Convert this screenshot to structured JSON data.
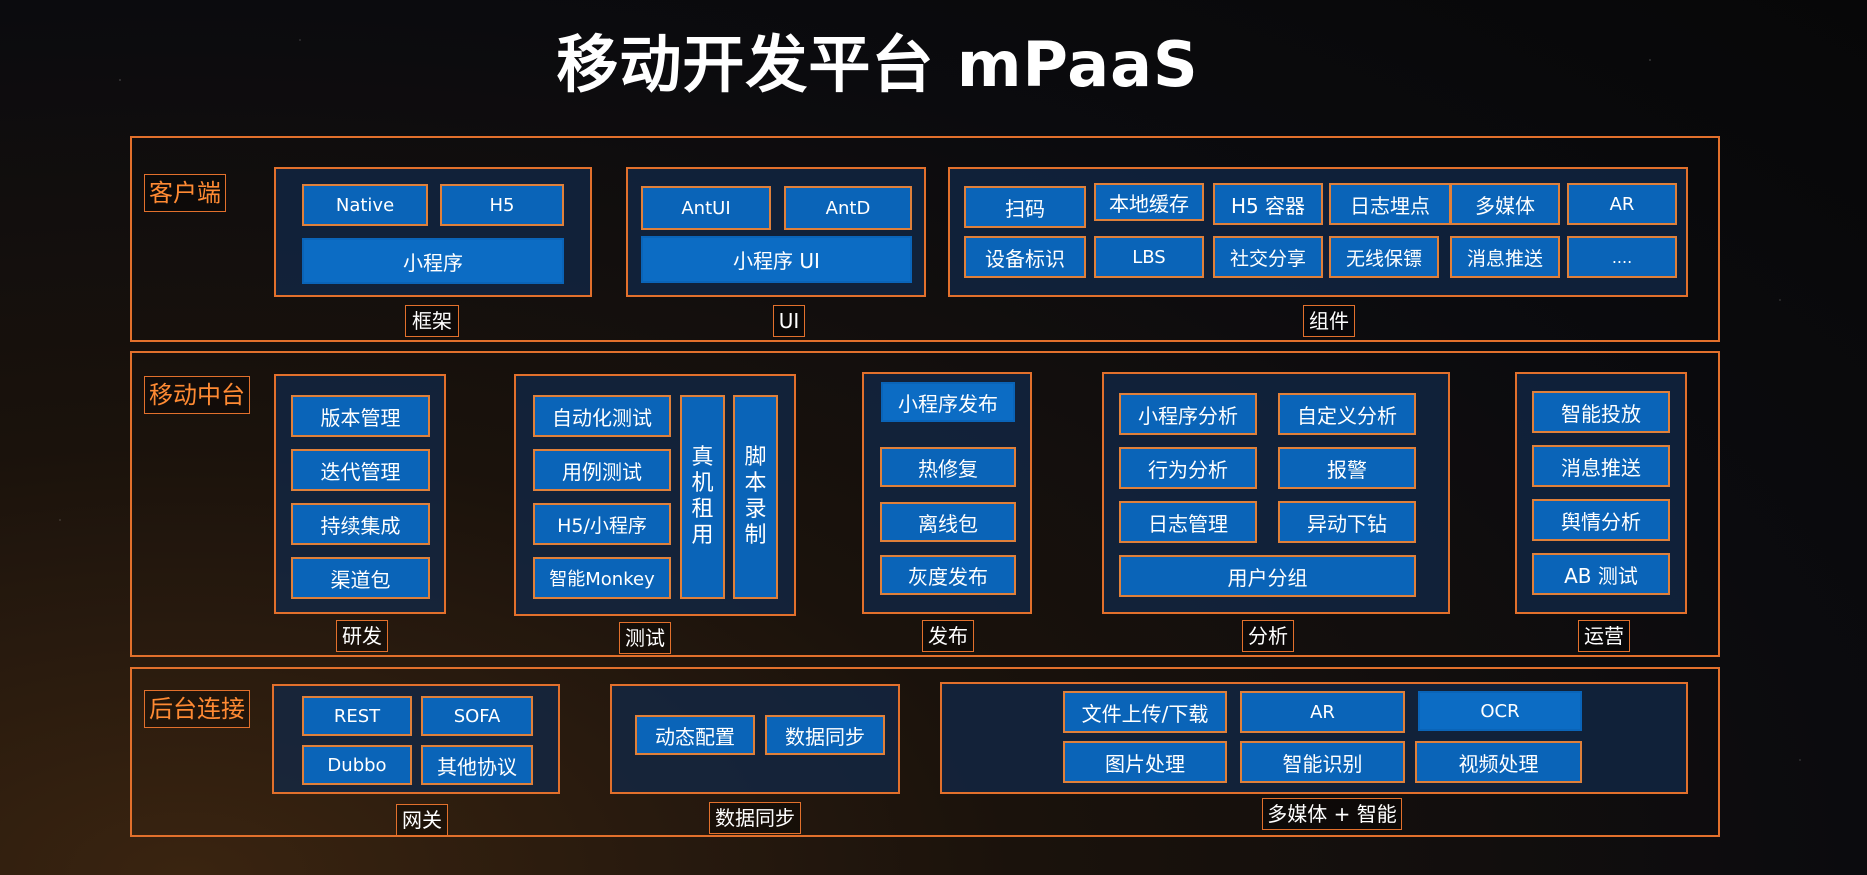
{
  "title": "移动开发平台 mPaaS",
  "client": {
    "section": "客户端",
    "framework": {
      "caption": "框架",
      "items": [
        "Native",
        "H5",
        "小程序"
      ]
    },
    "ui": {
      "caption": "UI",
      "items": [
        "AntUI",
        "AntD",
        "小程序 UI"
      ]
    },
    "components": {
      "caption": "组件",
      "items": [
        "扫码",
        "本地缓存",
        "H5 容器",
        "日志埋点",
        "多媒体",
        "AR",
        "设备标识",
        "LBS",
        "社交分享",
        "无线保镖",
        "消息推送",
        "...."
      ]
    }
  },
  "middle": {
    "section": "移动中台",
    "rd": {
      "caption": "研发",
      "items": [
        "版本管理",
        "迭代管理",
        "持续集成",
        "渠道包"
      ]
    },
    "test": {
      "caption": "测试",
      "items": [
        "自动化测试",
        "用例测试",
        "H5/小程序",
        "智能Monkey"
      ],
      "device_rent": [
        "真",
        "机",
        "租",
        "用"
      ],
      "script_record": [
        "脚",
        "本",
        "录",
        "制"
      ]
    },
    "publish": {
      "caption": "发布",
      "items": [
        "小程序发布",
        "热修复",
        "离线包",
        "灰度发布"
      ]
    },
    "analysis": {
      "caption": "分析",
      "items": [
        "小程序分析",
        "自定义分析",
        "行为分析",
        "报警",
        "日志管理",
        "异动下钻",
        "用户分组"
      ]
    },
    "ops": {
      "caption": "运营",
      "items": [
        "智能投放",
        "消息推送",
        "舆情分析",
        "AB 测试"
      ]
    }
  },
  "backend": {
    "section": "后台连接",
    "gateway": {
      "caption": "网关",
      "items": [
        "REST",
        "SOFA",
        "Dubbo",
        "其他协议"
      ]
    },
    "sync": {
      "caption": "数据同步",
      "items": [
        "动态配置",
        "数据同步"
      ]
    },
    "media": {
      "caption": "多媒体 + 智能",
      "items": [
        "文件上传/下载",
        "AR",
        "OCR",
        "图片处理",
        "智能识别",
        "视频处理"
      ]
    }
  }
}
